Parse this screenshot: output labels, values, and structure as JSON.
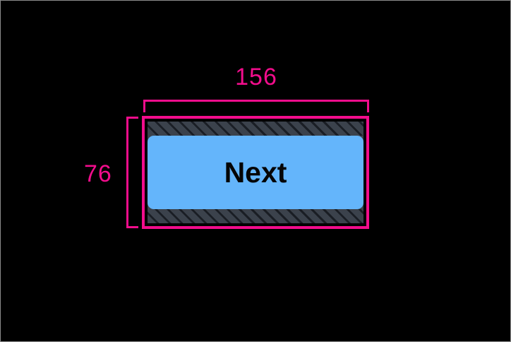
{
  "overlay": {
    "background_color": "#000000",
    "accent_color": "#f20d8c",
    "measurements": {
      "width_label": "156",
      "height_label": "76"
    }
  },
  "element": {
    "type": "button",
    "label": "Next",
    "fill_color": "#64b5fb",
    "text_color": "#050505",
    "padding_band_color": "#3b424c",
    "corner_radius": "9"
  }
}
